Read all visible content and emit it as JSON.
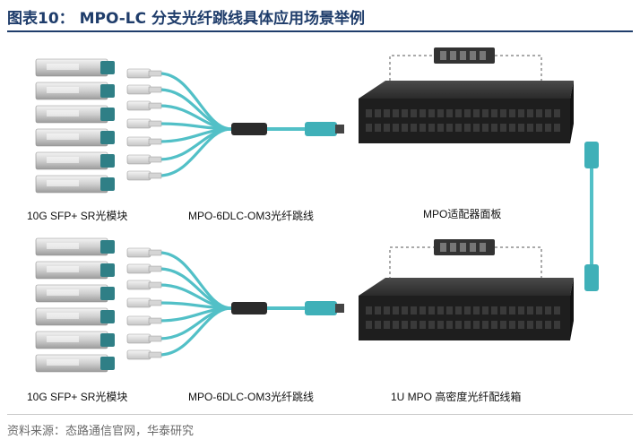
{
  "figure": {
    "title": "图表10： MPO-LC 分支光纤跳线具体应用场景举例",
    "labels": {
      "sfp_top": "10G SFP+ SR光模块",
      "cable_top": "MPO-6DLC-OM3光纤跳线",
      "panel": "MPO适配器面板",
      "sfp_bottom": "10G SFP+ SR光模块",
      "cable_bottom": "MPO-6DLC-OM3光纤跳线",
      "box": "1U MPO 高密度光纤配线箱"
    },
    "source": "资料来源：态路通信官网，华泰研究"
  },
  "colors": {
    "title": "#1f3d6b",
    "fiber": "#52c0c7",
    "connector": "#e0e0e0",
    "panel": "#1e1e1e",
    "dashed_line": "#555555",
    "source_text": "#6a6a6a"
  }
}
